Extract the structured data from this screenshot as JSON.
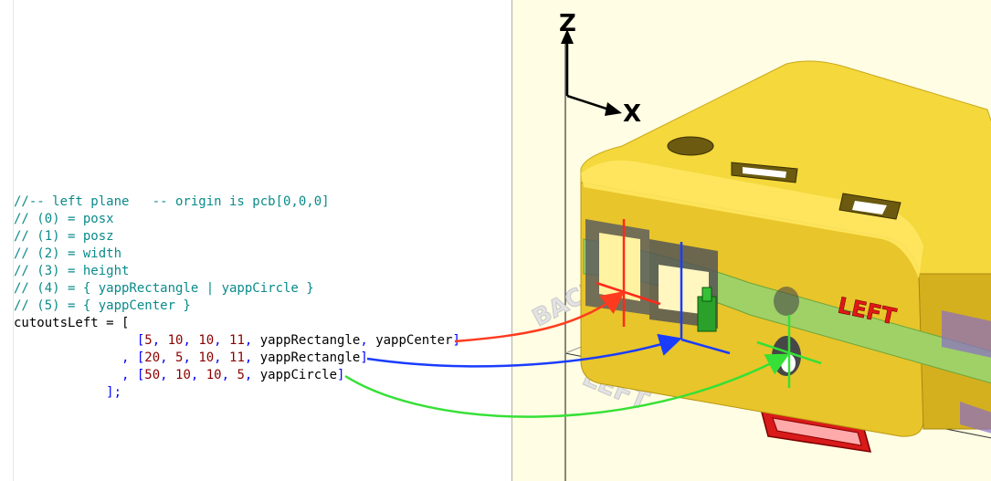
{
  "code": {
    "lines": [
      {
        "segments": [
          {
            "t": "//-- left plane   -- origin is pcb[0,0,0]",
            "c": "cm"
          }
        ]
      },
      {
        "segments": [
          {
            "t": "// (0) = posx",
            "c": "cm"
          }
        ]
      },
      {
        "segments": [
          {
            "t": "// (1) = posz",
            "c": "cm"
          }
        ]
      },
      {
        "segments": [
          {
            "t": "// (2) = width",
            "c": "cm"
          }
        ]
      },
      {
        "segments": [
          {
            "t": "// (3) = height",
            "c": "cm"
          }
        ]
      },
      {
        "segments": [
          {
            "t": "// (4) = { yappRectangle | yappCircle }",
            "c": "cm"
          }
        ]
      },
      {
        "segments": [
          {
            "t": "// (5) = { yappCenter }",
            "c": "cm"
          }
        ]
      },
      {
        "segments": [
          {
            "t": "cutoutsLeft = [",
            "c": "id"
          }
        ]
      },
      {
        "segments": [
          {
            "t": "                [",
            "c": "kw"
          },
          {
            "t": "5",
            "c": "num"
          },
          {
            "t": ", ",
            "c": "kw"
          },
          {
            "t": "10",
            "c": "num"
          },
          {
            "t": ", ",
            "c": "kw"
          },
          {
            "t": "10",
            "c": "num"
          },
          {
            "t": ", ",
            "c": "kw"
          },
          {
            "t": "11",
            "c": "num"
          },
          {
            "t": ", ",
            "c": "kw"
          },
          {
            "t": "yappRectangle",
            "c": "id"
          },
          {
            "t": ", ",
            "c": "kw"
          },
          {
            "t": "yappCenter",
            "c": "id"
          },
          {
            "t": "]",
            "c": "kw"
          }
        ]
      },
      {
        "segments": [
          {
            "t": "              , [",
            "c": "kw"
          },
          {
            "t": "20",
            "c": "num"
          },
          {
            "t": ", ",
            "c": "kw"
          },
          {
            "t": "5",
            "c": "num"
          },
          {
            "t": ", ",
            "c": "kw"
          },
          {
            "t": "10",
            "c": "num"
          },
          {
            "t": ", ",
            "c": "kw"
          },
          {
            "t": "11",
            "c": "num"
          },
          {
            "t": ", ",
            "c": "kw"
          },
          {
            "t": "yappRectangle",
            "c": "id"
          },
          {
            "t": "]",
            "c": "kw"
          }
        ]
      },
      {
        "segments": [
          {
            "t": "              , [",
            "c": "kw"
          },
          {
            "t": "50",
            "c": "num"
          },
          {
            "t": ", ",
            "c": "kw"
          },
          {
            "t": "10",
            "c": "num"
          },
          {
            "t": ", ",
            "c": "kw"
          },
          {
            "t": "10",
            "c": "num"
          },
          {
            "t": ", ",
            "c": "kw"
          },
          {
            "t": "5",
            "c": "num"
          },
          {
            "t": ", ",
            "c": "kw"
          },
          {
            "t": "yappCircle",
            "c": "id"
          },
          {
            "t": "]",
            "c": "kw"
          }
        ]
      },
      {
        "segments": [
          {
            "t": "            ];",
            "c": "kw"
          }
        ]
      }
    ]
  },
  "viewport": {
    "axis_z": "Z",
    "axis_x": "X",
    "box_label": "LEFT",
    "floor_label_left": "LEFT",
    "floor_label_back": "BACK"
  },
  "colors": {
    "red_arrow": "#ff3b1f",
    "blue_arrow": "#1a3cff",
    "green_arrow": "#36e036",
    "box_yellow": "#f0d23a",
    "box_green": "#9fd166",
    "view_bg": "#fffde3"
  }
}
